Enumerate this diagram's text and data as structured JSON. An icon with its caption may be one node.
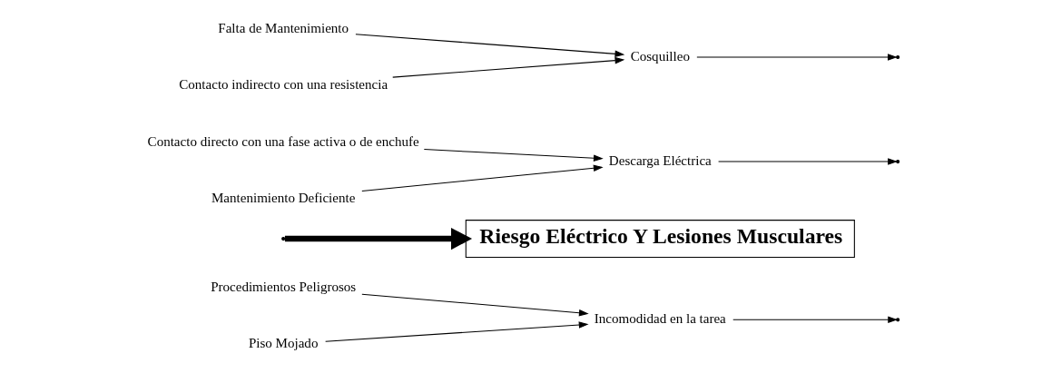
{
  "diagram": {
    "nodes": [
      {
        "text": [
          "Incomodidad en la tarea"
        ]
      },
      {
        "text": [
          "Procedimientos Peligrosos"
        ]
      },
      {
        "text": [
          "Piso Mojado"
        ]
      },
      {
        "text": [
          "Riesgo Eléctrico Y Lesiones Musculares"
        ]
      },
      {
        "text": [
          "Contacto directo con una fase activa o de enchufe"
        ]
      },
      {
        "text": [
          "Mantenimiento Deficiente"
        ]
      },
      {
        "text": [
          "Falta de Mantenimiento"
        ]
      },
      {
        "text": [
          "Contacto indirecto con una resistencia"
        ]
      },
      {
        "text": [
          "Descarga Eléctrica"
        ]
      },
      {
        "text": [
          "Cosquilleo"
        ]
      }
    ],
    "edges": [
      {
        "from": null,
        "to": 3,
        "arrow": "to",
        "style": "thick"
      },
      {
        "from": 0,
        "to": null,
        "arrow": "to"
      },
      {
        "from": 1,
        "to": 0,
        "arrow": "to"
      },
      {
        "from": 2,
        "to": 0,
        "arrow": "to"
      },
      {
        "from": 8,
        "to": null,
        "arrow": "to"
      },
      {
        "from": 4,
        "to": 8,
        "arrow": "to"
      },
      {
        "from": 5,
        "to": 8,
        "arrow": "to"
      },
      {
        "from": 9,
        "to": null,
        "arrow": "to"
      },
      {
        "from": 6,
        "to": 9,
        "arrow": "to"
      },
      {
        "from": 7,
        "to": 9,
        "arrow": "to"
      }
    ]
  }
}
